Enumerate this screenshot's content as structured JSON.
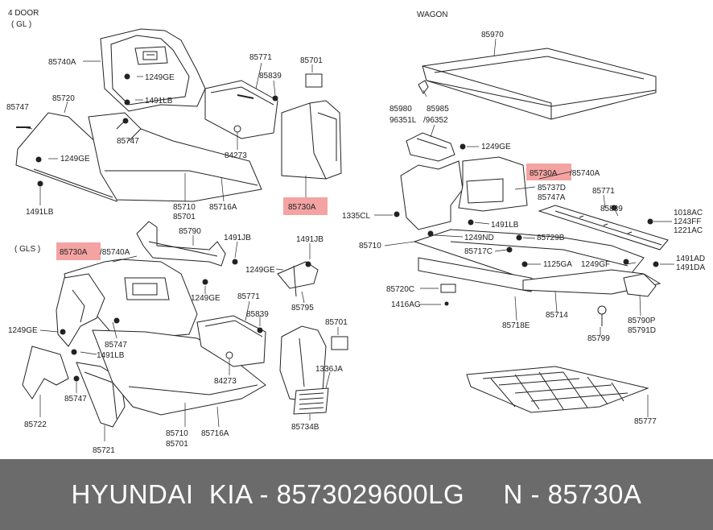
{
  "sections": {
    "four_door": "4 DOOR",
    "gl": "( GL )",
    "gls": "( GLS )",
    "wagon": "WAGON"
  },
  "highlight_color": "#f4a3a3",
  "labels": {
    "gl": [
      "85740A",
      "1249GE",
      "1491LB",
      "85747",
      "85720",
      "85747",
      "1249GE",
      "1491LB",
      "85771",
      "85839",
      "85701",
      "84273",
      "85710",
      "85701",
      "85716A",
      "85730A"
    ],
    "gls": [
      "85790",
      "1491JB",
      "1491JB",
      "1249GE",
      "85730A",
      "/85740A",
      "1249GE",
      "1249GE",
      "85747",
      "1491LB",
      "85747",
      "85722",
      "85721",
      "85771",
      "85839",
      "85701",
      "84273",
      "85710",
      "85701",
      "85716A",
      "1336JA",
      "85795",
      "85734B"
    ],
    "wagon": [
      "85970",
      "85980",
      "85985",
      "96351L",
      "/96352",
      "1249GE",
      "85730A",
      "/85740A",
      "85737D",
      "85747A",
      "85771",
      "85839",
      "1018AC",
      "1243FF",
      "1221AC",
      "1335CL",
      "1491LB",
      "1249ND",
      "85729B",
      "85710",
      "85717C",
      "1125GA",
      "1249GF",
      "1491AD",
      "1491DA",
      "85720C",
      "1416AG",
      "85718E",
      "85714",
      "85790P",
      "85791D",
      "85799",
      "85777"
    ]
  },
  "footer": "HYUNDAI  KIA - 8573029600LG     N - 85730A"
}
